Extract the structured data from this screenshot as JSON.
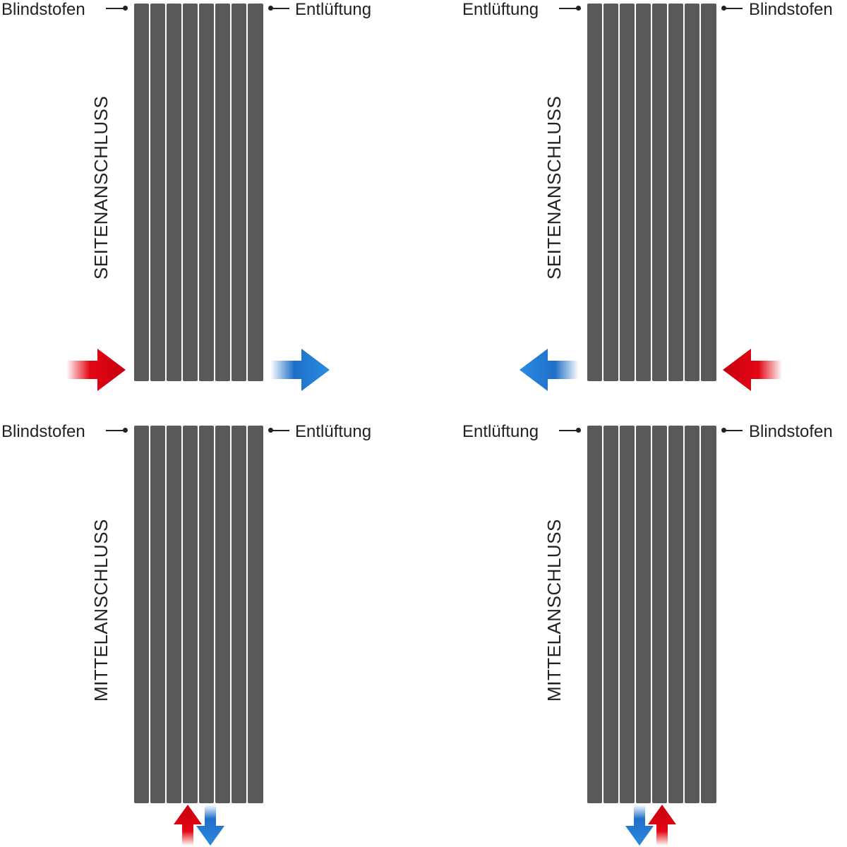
{
  "diagrams": [
    {
      "position": "top-left",
      "connection_type": "SEITENANSCHLUSS",
      "left_label": "Blindstofen",
      "right_label": "Entlüftung",
      "panels": 8,
      "inlet": {
        "color": "red",
        "direction": "right",
        "side": "left-bottom"
      },
      "outlet": {
        "color": "blue",
        "direction": "right",
        "side": "right-bottom"
      }
    },
    {
      "position": "top-right",
      "connection_type": "SEITENANSCHLUSS",
      "left_label": "Entlüftung",
      "right_label": "Blindstofen",
      "panels": 8,
      "inlet": {
        "color": "red",
        "direction": "left",
        "side": "right-bottom"
      },
      "outlet": {
        "color": "blue",
        "direction": "left",
        "side": "left-bottom"
      }
    },
    {
      "position": "bottom-left",
      "connection_type": "MITTELANSCHLUSS",
      "left_label": "Blindstofen",
      "right_label": "Entlüftung",
      "panels": 8,
      "inlet": {
        "color": "red",
        "direction": "up",
        "side": "bottom-center-left"
      },
      "outlet": {
        "color": "blue",
        "direction": "down",
        "side": "bottom-center-right"
      }
    },
    {
      "position": "bottom-right",
      "connection_type": "MITTELANSCHLUSS",
      "left_label": "Entlüftung",
      "right_label": "Blindstofen",
      "panels": 8,
      "inlet": {
        "color": "red",
        "direction": "up",
        "side": "bottom-center-right"
      },
      "outlet": {
        "color": "blue",
        "direction": "down",
        "side": "bottom-center-left"
      }
    }
  ],
  "colors": {
    "radiator": "#5a5859",
    "hot": "#e30613",
    "cold": "#1f6fc8",
    "text": "#222222"
  }
}
